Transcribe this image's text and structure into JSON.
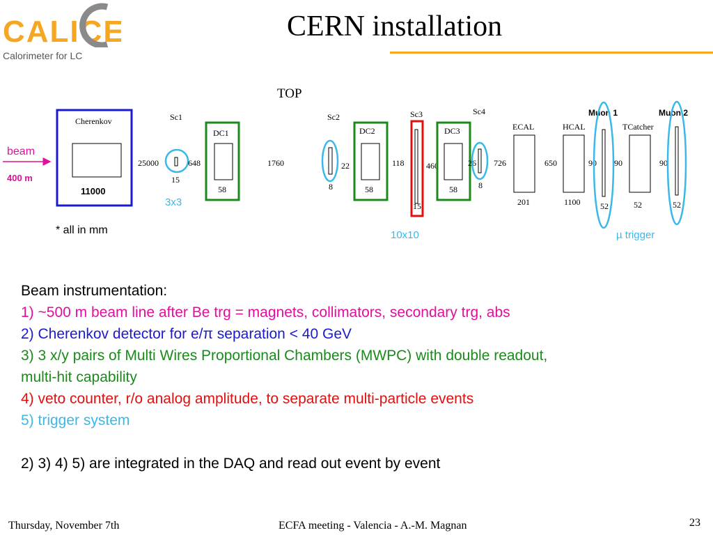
{
  "logo": {
    "letters": "CALICE",
    "subtitle": "Calorimeter for LC",
    "colors": {
      "orange": "#f5a623",
      "gray": "#8a8a8a"
    }
  },
  "title": "CERN installation",
  "diagram": {
    "view_label": "TOP",
    "beam_label": "beam",
    "beam_distance": "400 m",
    "units_note": "* all in mm",
    "cherenkov": {
      "label": "Cherenkov",
      "length": "11000"
    },
    "labels": {
      "sc1": "Sc1",
      "sc2": "Sc2",
      "sc3": "Sc3",
      "sc4": "Sc4",
      "dc1": "DC1",
      "dc2": "DC2",
      "dc3": "DC3",
      "ecal": "ECAL",
      "hcal": "HCAL",
      "tcatcher": "TCatcher",
      "muon1": "Muon 1",
      "muon2": "Muon 2"
    },
    "dimensions": {
      "d25000": "25000",
      "d648": "648",
      "d15a": "15",
      "d58a": "58",
      "d1760": "1760",
      "d22": "22",
      "d8a": "8",
      "d58b": "58",
      "d118": "118",
      "d460": "460",
      "d15b": "15",
      "d58c": "58",
      "d26": "26",
      "d8b": "8",
      "d726": "726",
      "d201": "201",
      "d650": "650",
      "d1100": "1100",
      "d90a": "90",
      "d90b": "90",
      "d90c": "90",
      "d52a": "52",
      "d52b": "52",
      "d52c": "52"
    },
    "annotations": {
      "a3x3": "3x3",
      "a10x10": "10x10",
      "mu_trigger": "µ trigger"
    },
    "colors": {
      "cherenkov": "#1a1ad0",
      "dc": "#1a8a1a",
      "veto": "#e01010",
      "trigger": "#3ab8e8",
      "beam": "#e0109c"
    }
  },
  "body": {
    "heading": "Beam instrumentation:",
    "item1": "1) ~500 m beam line after Be trg = magnets, collimators, secondary trg, abs",
    "item2": "2) Cherenkov detector for e/π separation < 40 GeV",
    "item3a": "3) 3 x/y pairs of Multi Wires Proportional Chambers (MWPC) with double readout,",
    "item3b": "multi-hit capability",
    "item4": "4) veto counter, r/o analog amplitude, to separate multi-particle events",
    "item5": "5) trigger system",
    "summary": "2) 3) 4) 5) are integrated in the DAQ and read out event by event"
  },
  "footer": {
    "date": "Thursday, November 7th",
    "center": "ECFA meeting - Valencia - A.-M. Magnan",
    "page": "23"
  }
}
